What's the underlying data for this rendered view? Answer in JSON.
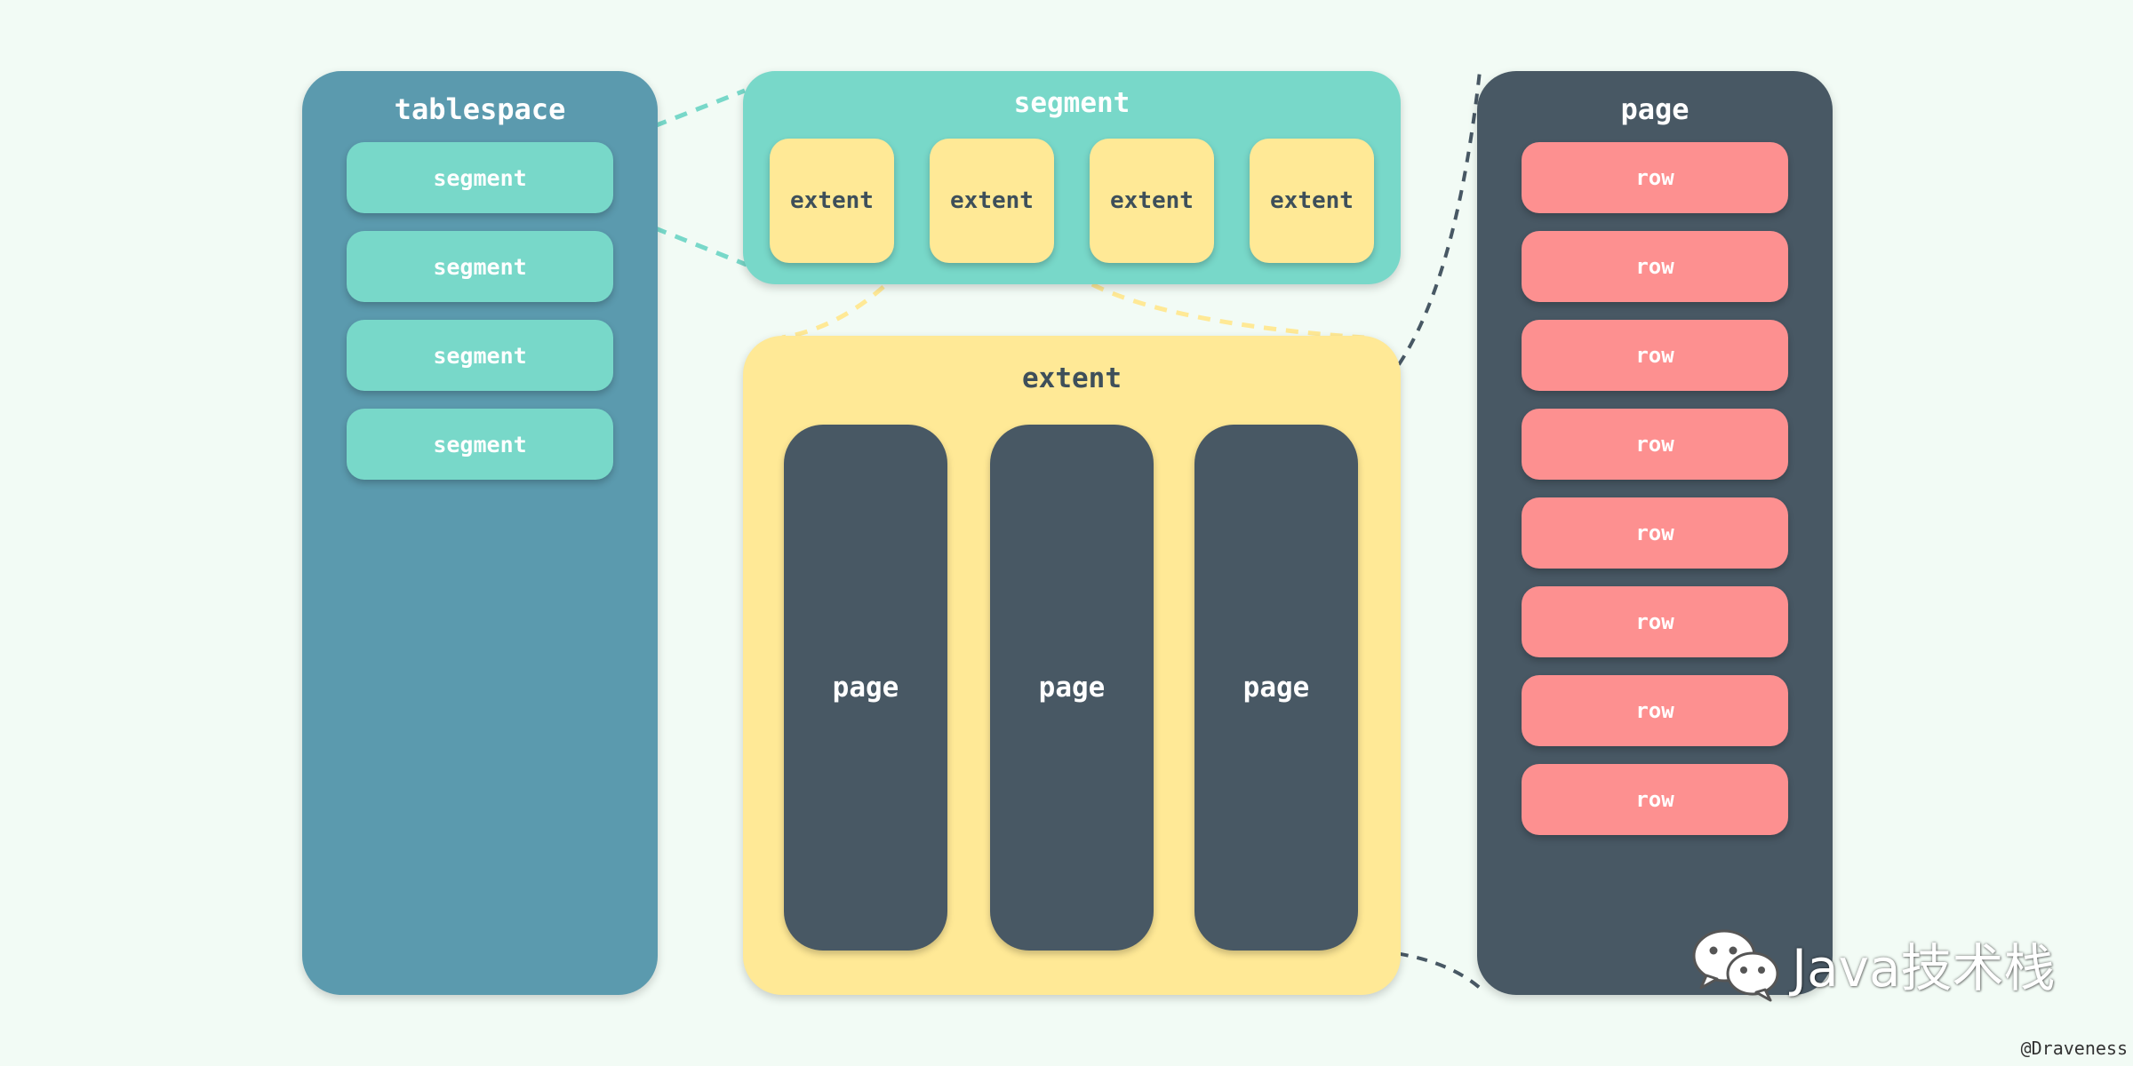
{
  "tablespace": {
    "title": "tablespace",
    "segments": [
      "segment",
      "segment",
      "segment",
      "segment"
    ]
  },
  "segment_panel": {
    "title": "segment",
    "extents": [
      "extent",
      "extent",
      "extent",
      "extent"
    ]
  },
  "extent_panel": {
    "title": "extent",
    "pages": [
      "page",
      "page",
      "page"
    ]
  },
  "page_panel": {
    "title": "page",
    "rows": [
      "row",
      "row",
      "row",
      "row",
      "row",
      "row",
      "row",
      "row"
    ]
  },
  "watermark": {
    "text": "Java技术栈",
    "icon": "wechat-icon"
  },
  "credit": "@Draveness",
  "colors": {
    "background": "#f2fbf5",
    "tablespace": "#5b9aae",
    "segment": "#78d8c9",
    "extent": "#ffe996",
    "page": "#485864",
    "row": "#fd9090"
  }
}
